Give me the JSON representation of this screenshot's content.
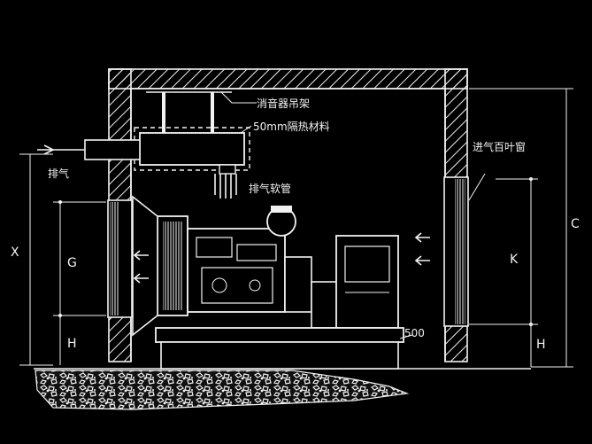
{
  "labels": {
    "silencer_hanger": "消音器吊架",
    "insulation": "50mm隔热材料",
    "exhaust": "排气",
    "exhaust_hose": "排气软管",
    "intake_louver": "进气百叶窗",
    "base_value": "500"
  },
  "dimensions": {
    "x": "X",
    "g": "G",
    "h_left": "H",
    "k": "K",
    "h_right": "H",
    "c": "C"
  },
  "colors": {
    "background": "#000000",
    "line": "#f2f2f2"
  }
}
